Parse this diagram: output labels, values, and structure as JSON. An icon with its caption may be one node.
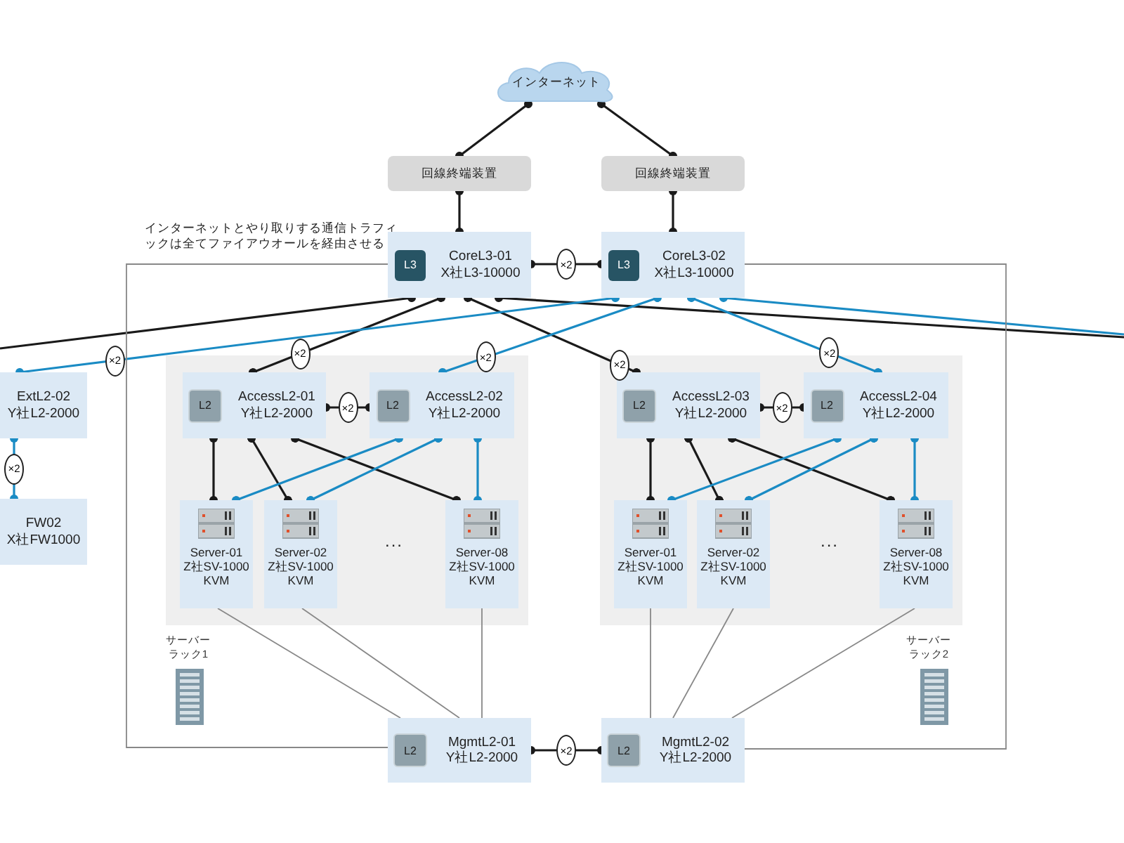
{
  "diagram": {
    "nodes": [
      {
        "text": [
          "インターネット"
        ]
      },
      {
        "text": [
          "回線終端装置"
        ]
      },
      {
        "text": [
          "回線終端装置"
        ]
      },
      {
        "text": [
          "L3",
          "CoreL3-01 X社L3-10000"
        ]
      },
      {
        "text": [
          "L3",
          "CoreL3-02 X社L3-10000"
        ]
      },
      {
        "text": [
          "ExtL2-02 Y社L2-2000"
        ]
      },
      {
        "text": [
          "FW02 X社FW1000"
        ]
      },
      {
        "text": [
          "サーバーラック1"
        ]
      },
      {
        "text": [
          "L2",
          "AccessL2-01 Y社L2-2000"
        ],
        "in": 7
      },
      {
        "text": [
          "L2",
          "AccessL2-02 Y社L2-2000"
        ],
        "in": 7
      },
      {
        "text": [
          "Server-01 Z社SV-1000 KVM"
        ],
        "in": 7
      },
      {
        "text": [
          "Server-02 Z社SV-1000 KVM"
        ],
        "in": 7
      },
      {
        "text": [
          "Server-08 Z社SV-1000 KVM"
        ],
        "in": 7
      },
      {
        "text": [
          "サーバーラック2"
        ]
      },
      {
        "text": [
          "L2",
          "AccessL2-03 Y社L2-2000"
        ],
        "in": 13
      },
      {
        "text": [
          "L2",
          "AccessL2-04 Y社L2-2000"
        ],
        "in": 13
      },
      {
        "text": [
          "Server-01 Z社SV-1000 KVM"
        ],
        "in": 13
      },
      {
        "text": [
          "Server-02 Z社SV-1000 KVM"
        ],
        "in": 13
      },
      {
        "text": [
          "Server-08 Z社SV-1000 KVM"
        ],
        "in": 13
      },
      {
        "text": [
          "L2",
          "MgmtL2-01 Y社L2-2000"
        ]
      },
      {
        "text": [
          "L2",
          "MgmtL2-02 Y社L2-2000"
        ]
      }
    ],
    "edges": [
      {
        "from": 0,
        "to": 1,
        "arrow": "other"
      },
      {
        "from": 0,
        "to": 2,
        "arrow": "other"
      },
      {
        "from": 1,
        "to": 3,
        "arrow": "other"
      },
      {
        "from": 2,
        "to": 4,
        "arrow": "other"
      },
      {
        "from": 3,
        "to": 4,
        "arrow": "other",
        "label": "×2"
      },
      {
        "from": 3,
        "to": null,
        "arrow": "other"
      },
      {
        "from": 3,
        "to": 8,
        "arrow": "other",
        "label": "×2"
      },
      {
        "from": 3,
        "to": 14,
        "arrow": "other",
        "label": "×2"
      },
      {
        "from": 3,
        "to": null,
        "arrow": "other"
      },
      {
        "from": 4,
        "to": 5,
        "arrow": "other",
        "label": "×2",
        "color": "#1a8bc4"
      },
      {
        "from": 4,
        "to": 9,
        "arrow": "other",
        "label": "×2",
        "color": "#1a8bc4"
      },
      {
        "from": 4,
        "to": 15,
        "arrow": "other",
        "label": "×2",
        "color": "#1a8bc4"
      },
      {
        "from": 4,
        "to": null,
        "arrow": "other",
        "color": "#1a8bc4"
      },
      {
        "from": 5,
        "to": 6,
        "arrow": "other",
        "label": "×2",
        "color": "#1a8bc4"
      },
      {
        "from": 8,
        "to": 9,
        "arrow": "other",
        "label": "×2"
      },
      {
        "from": 8,
        "to": 10,
        "arrow": "other"
      },
      {
        "from": 8,
        "to": 11,
        "arrow": "other"
      },
      {
        "from": 8,
        "to": 12,
        "arrow": "other"
      },
      {
        "from": 9,
        "to": 10,
        "arrow": "other",
        "color": "#1a8bc4"
      },
      {
        "from": 9,
        "to": 11,
        "arrow": "other",
        "color": "#1a8bc4"
      },
      {
        "from": 9,
        "to": 12,
        "arrow": "other",
        "color": "#1a8bc4"
      },
      {
        "from": 14,
        "to": 15,
        "arrow": "other",
        "label": "×2"
      },
      {
        "from": 14,
        "to": 16,
        "arrow": "other"
      },
      {
        "from": 14,
        "to": 17,
        "arrow": "other"
      },
      {
        "from": 14,
        "to": 18,
        "arrow": "other"
      },
      {
        "from": 15,
        "to": 16,
        "arrow": "other",
        "color": "#1a8bc4"
      },
      {
        "from": 15,
        "to": 17,
        "arrow": "other",
        "color": "#1a8bc4"
      },
      {
        "from": 15,
        "to": 18,
        "arrow": "other",
        "color": "#1a8bc4"
      },
      {
        "from": 10,
        "to": 19,
        "arrow": "none",
        "color": "#888888"
      },
      {
        "from": 11,
        "to": 19,
        "arrow": "none",
        "color": "#888888"
      },
      {
        "from": 12,
        "to": 19,
        "arrow": "none",
        "color": "#888888"
      },
      {
        "from": 16,
        "to": 20,
        "arrow": "none",
        "color": "#888888"
      },
      {
        "from": 17,
        "to": 20,
        "arrow": "none",
        "color": "#888888"
      },
      {
        "from": 18,
        "to": 20,
        "arrow": "none",
        "color": "#888888"
      },
      {
        "from": 19,
        "to": 20,
        "arrow": "other",
        "label": "×2"
      },
      {
        "from": 3,
        "to": 19,
        "arrow": "none",
        "color": "#888888"
      },
      {
        "from": 4,
        "to": 20,
        "arrow": "none",
        "color": "#888888"
      }
    ],
    "labels": [
      "インターネットとやり取りする通信トラフィックは全てファイアウオールを経由させる",
      "...",
      "..."
    ]
  }
}
